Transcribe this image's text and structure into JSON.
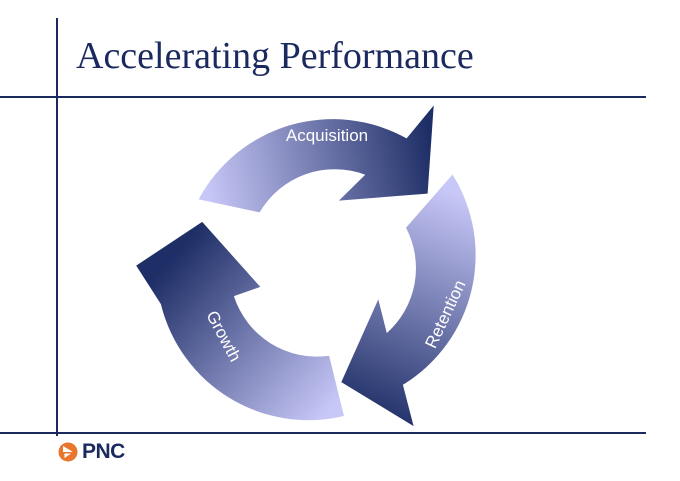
{
  "slide": {
    "title": "Accelerating Performance"
  },
  "cycle": {
    "segments": [
      {
        "label": "Acquisition"
      },
      {
        "label": "Retention"
      },
      {
        "label": "Growth"
      }
    ]
  },
  "logo": {
    "text": "PNC",
    "brand_color": "#e8762c"
  },
  "colors": {
    "navy": "#1a2a5e",
    "arrow_dark": "#1e2e66",
    "arrow_light": "#c8c8f8"
  }
}
